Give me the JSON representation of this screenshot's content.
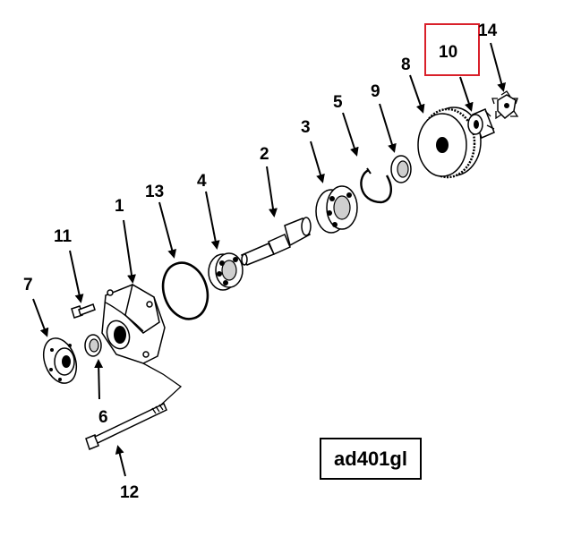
{
  "labels": {
    "p1": "1",
    "p2": "2",
    "p3": "3",
    "p4": "4",
    "p5": "5",
    "p6": "6",
    "p7": "7",
    "p8": "8",
    "p9": "9",
    "p10": "10",
    "p11": "11",
    "p12": "12",
    "p13": "13",
    "p14": "14"
  },
  "figure_code": "ad401gl",
  "highlight_color": "#d9202a"
}
